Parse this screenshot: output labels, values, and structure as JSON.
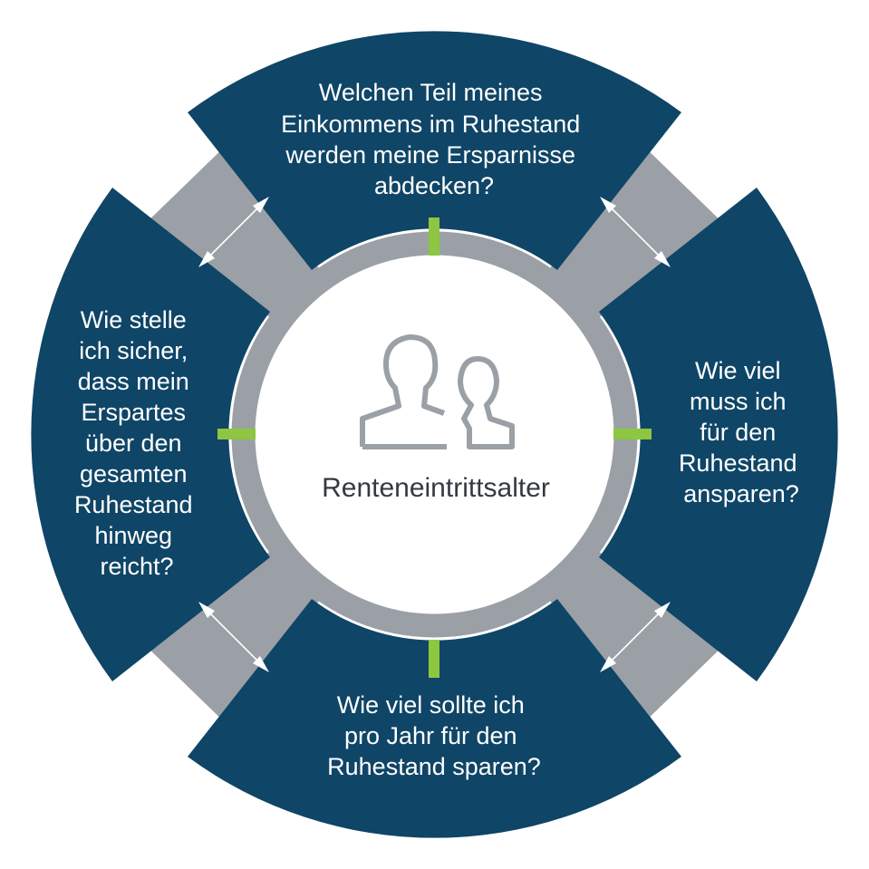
{
  "center": {
    "label": "Renteneintrittsalter",
    "icon": "two-people-icon"
  },
  "questions": {
    "top": [
      "Welchen Teil meines",
      "Einkommens im Ruhestand",
      "werden meine Ersparnisse",
      "abdecken?"
    ],
    "right": [
      "Wie viel",
      "muss ich",
      "für den",
      "Ruhestand",
      "ansparen?"
    ],
    "bottom": [
      "Wie viel sollte ich",
      "pro Jahr für den",
      "Ruhestand sparen?"
    ],
    "left": [
      "Wie stelle",
      "ich sicher,",
      "dass mein",
      "Erspartes",
      "über den",
      "gesamten",
      "Ruhestand",
      "hinweg",
      "reicht?"
    ]
  },
  "colors": {
    "segment": "#0f4566",
    "connector": "#9aa0a6",
    "ring": "#9aa0a6",
    "marker": "#8dc63f",
    "center_fill": "#ffffff",
    "text_light": "#ffffff",
    "text_dark": "#333a40"
  }
}
